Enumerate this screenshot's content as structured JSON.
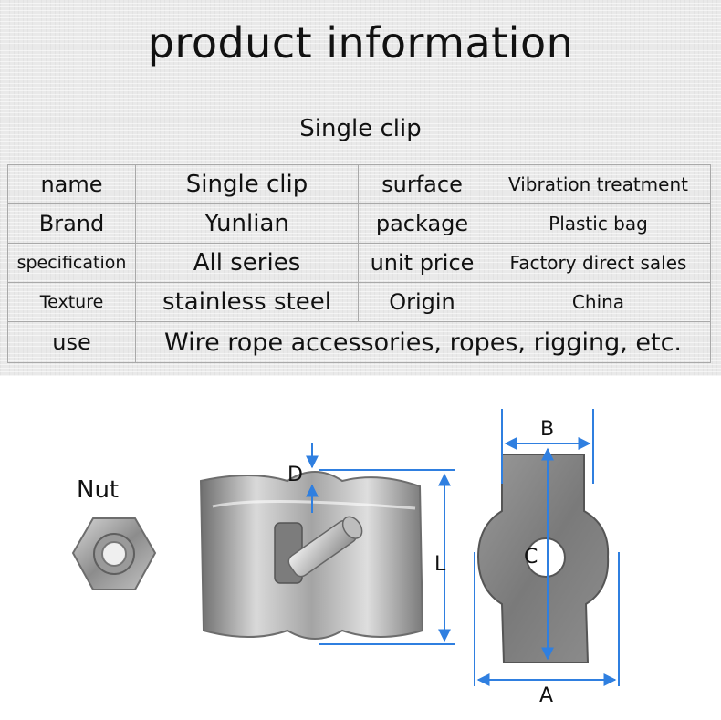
{
  "header": {
    "title": "product information",
    "subtitle": "Single clip"
  },
  "spec_table": {
    "rows": [
      {
        "k1": "name",
        "v1": "Single clip",
        "k2": "surface",
        "v2": "Vibration treatment"
      },
      {
        "k1": "Brand",
        "v1": "Yunlian",
        "k2": "package",
        "v2": "Plastic bag"
      },
      {
        "k1": "specification",
        "v1": "All series",
        "k2": "unit price",
        "v2": "Factory direct sales"
      },
      {
        "k1": "Texture",
        "v1": "stainless steel",
        "k2": "Origin",
        "v2": "China"
      }
    ],
    "use_label": "use",
    "use_value": "Wire rope accessories, ropes, rigging, etc."
  },
  "diagram": {
    "nut_label": "Nut",
    "dim_labels": {
      "d": "D",
      "l": "L",
      "b": "B",
      "c": "C",
      "a": "A"
    },
    "dimension_color": "#2f7fe0"
  }
}
